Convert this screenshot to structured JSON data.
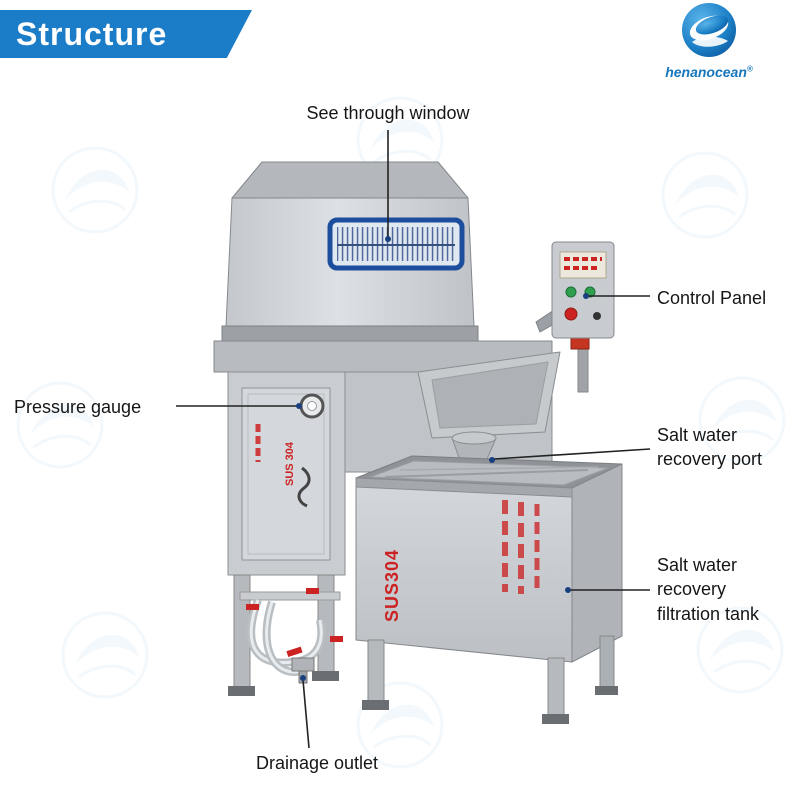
{
  "banner": {
    "title": "Structure"
  },
  "brand": {
    "name": "henanocean",
    "registered": "®"
  },
  "labels": {
    "see_through_window": "See through window",
    "control_panel": "Control Panel",
    "pressure_gauge": "Pressure gauge",
    "salt_water_recovery_port": "Salt water recovery port",
    "salt_water_recovery_filtration_tank": "Salt water recovery filtration tank",
    "drainage_outlet": "Drainage outlet"
  },
  "machine": {
    "door_marking": "SUS 304",
    "tank_marking": "SUS304"
  },
  "colors": {
    "banner_blue": "#1b7cc8",
    "logo_blue": "#1677bd",
    "window_frame_blue": "#1d4e9e",
    "accent_red": "#cc2222",
    "machine_gray": "#c9cdd1",
    "watermark_blue": "#7fb4dc"
  }
}
